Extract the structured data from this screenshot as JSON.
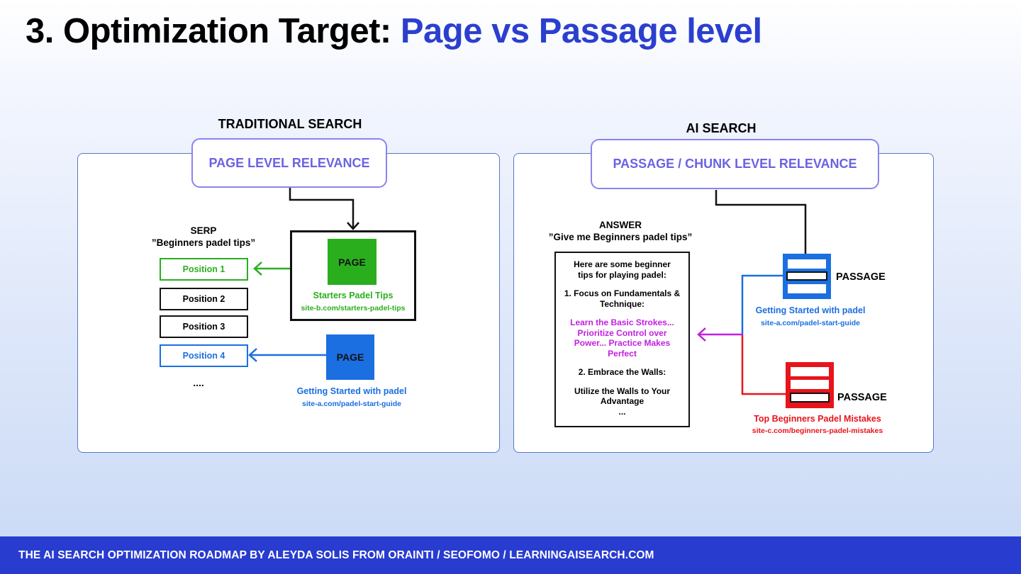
{
  "title": {
    "prefix": "3. Optimization Target:",
    "accent": "Page vs Passage level"
  },
  "colors": {
    "accent_blue": "#2b3fcf",
    "relevance_purple": "#6a63e2",
    "green": "#2aae1e",
    "blue": "#1b6fe0",
    "red": "#e8141b",
    "magenta": "#c21fe0",
    "footer_bg": "#283cd0"
  },
  "traditional": {
    "section_label": "TRADITIONAL SEARCH",
    "relevance_label": "PAGE LEVEL RELEVANCE",
    "serp_title": "SERP",
    "serp_query": "”Beginners padel tips”",
    "positions": [
      "Position 1",
      "Position 2",
      "Position 3",
      "Position 4"
    ],
    "ellipsis": "....",
    "page_green": {
      "label": "PAGE",
      "title": "Starters Padel Tips",
      "url": "site-b.com/starters-padel-tips"
    },
    "page_blue": {
      "label": "PAGE",
      "title": "Getting Started with padel",
      "url": "site-a.com/padel-start-guide"
    }
  },
  "ai": {
    "section_label": "AI SEARCH",
    "relevance_label": "PASSAGE / CHUNK LEVEL RELEVANCE",
    "answer_title": "ANSWER",
    "answer_query": "”Give me Beginners padel tips”",
    "answer_lines": {
      "intro": "Here are some beginner tips for playing padel:",
      "tip1": "1. Focus on Fundamentals & Technique:",
      "tip1_detail": "Learn the Basic Strokes... Prioritize Control over Power... Practice Makes Perfect",
      "tip2": "2. Embrace the Walls:",
      "tip2_detail": "Utilize the Walls to Your Advantage",
      "more": "..."
    },
    "passage_blue": {
      "label": "PASSAGE",
      "title": "Getting Started with padel",
      "url": "site-a.com/padel-start-guide"
    },
    "passage_red": {
      "label": "PASSAGE",
      "title": "Top Beginners Padel Mistakes",
      "url": "site-c.com/beginners-padel-mistakes"
    }
  },
  "footer": {
    "text": "THE AI SEARCH OPTIMIZATION ROADMAP BY ALEYDA SOLIS FROM ORAINTI / SEOFOMO / LEARNINGAISEARCH.COM"
  }
}
